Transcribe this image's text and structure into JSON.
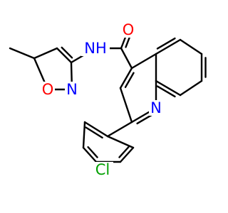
{
  "diagram": {
    "type": "chemical-structure",
    "atom_labels": {
      "carbonyl_oxygen": "O",
      "amide_nitrogen": "NH",
      "isoxazole_oxygen": "O",
      "isoxazole_nitrogen": "N",
      "quinoline_nitrogen": "N",
      "chlorine": "Cl"
    },
    "colors": {
      "bond": "#000000",
      "O": "#ff0000",
      "N": "#0000ff",
      "NH": "#0000ff",
      "Cl": "#00a000"
    }
  }
}
